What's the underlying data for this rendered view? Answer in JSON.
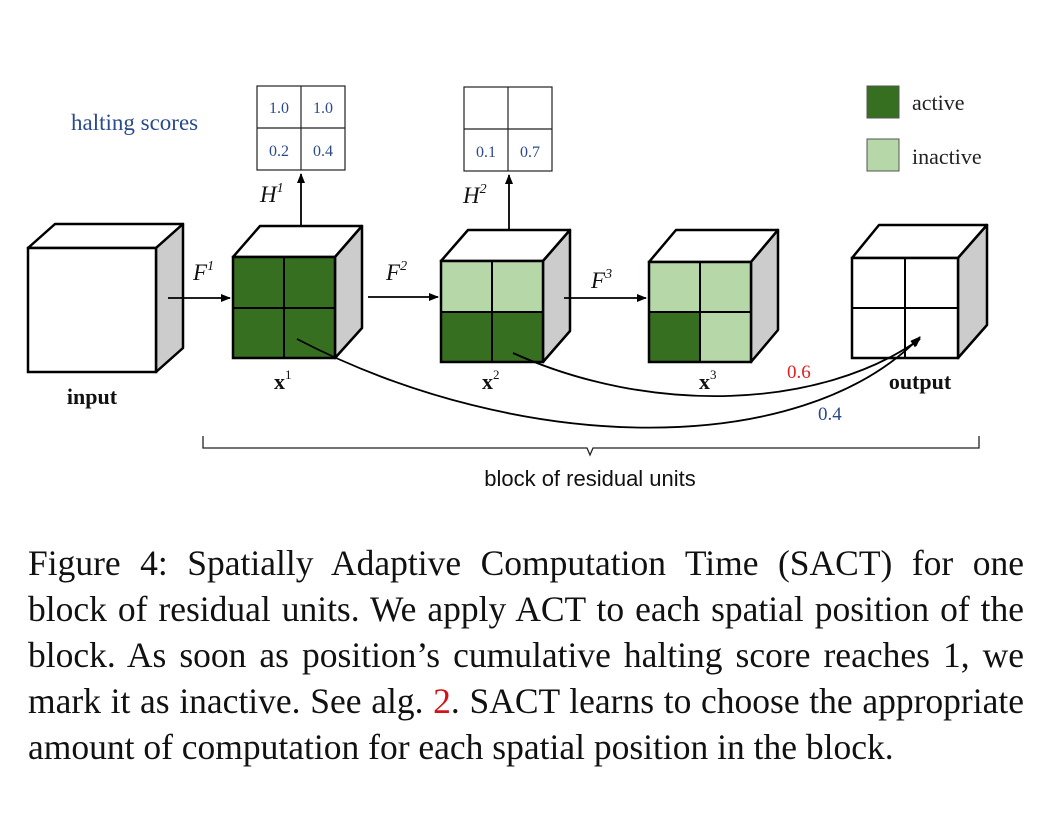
{
  "figure": {
    "legend": {
      "active_label": "active",
      "inactive_label": "inactive",
      "active_color": "#356f1f",
      "inactive_color": "#b6d7a8"
    },
    "halting_scores_label": "halting scores",
    "halting_grid_1": [
      "1.0",
      "1.0",
      "0.2",
      "0.4"
    ],
    "halting_grid_2": [
      "",
      "",
      "0.1",
      "0.7"
    ],
    "h_labels": {
      "h1_base": "H",
      "h1_sup": "1",
      "h2_base": "H",
      "h2_sup": "2"
    },
    "f_labels": {
      "f1_base": "F",
      "f1_sup": "1",
      "f2_base": "F",
      "f2_sup": "2",
      "f3_base": "F",
      "f3_sup": "3"
    },
    "cube_labels": {
      "input": "input",
      "x1_base": "x",
      "x1_sup": "1",
      "x2_base": "x",
      "x2_sup": "2",
      "x3_base": "x",
      "x3_sup": "3",
      "output": "output"
    },
    "cube_states": {
      "x1": [
        "active",
        "active",
        "active",
        "active"
      ],
      "x2": [
        "inactive",
        "inactive",
        "active",
        "active"
      ],
      "x3": [
        "inactive",
        "inactive",
        "active",
        "inactive"
      ]
    },
    "weights": {
      "w1": "0.6",
      "w2": "0.4"
    },
    "brace_label": "block of residual units",
    "colors": {
      "score_text": "#2a4a8c",
      "weight_red": "#e02020",
      "weight_blue": "#2a4a8c",
      "cube_side": "#cccccc",
      "cube_face": "#ffffff"
    }
  },
  "caption": {
    "part1": "Figure 4: Spatially Adaptive Computation Time (SACT) for one block of residual units. We apply ACT to each spatial position of the block. As soon as position’s cumulative halting score reaches 1, we mark it as inactive. See alg. ",
    "ref": "2",
    "part2": ". SACT learns to choose the appropriate amount of computation for each spatial position in the block."
  }
}
